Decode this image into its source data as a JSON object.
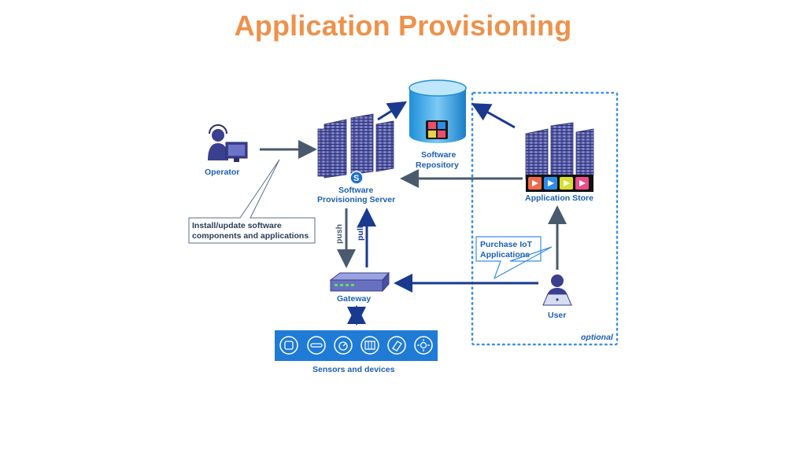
{
  "title": "Application Provisioning",
  "nodes": {
    "operator": "Operator",
    "server_line1": "Software",
    "server_line2": "Provisioning Server",
    "repo_line1": "Software",
    "repo_line2": "Repository",
    "app_store": "Application Store",
    "gateway": "Gateway",
    "user": "User",
    "sensors": "Sensors and devices"
  },
  "callouts": {
    "install_line1": "Install/update software",
    "install_line2": "components and applications",
    "purchase_line1": "Purchase IoT",
    "purchase_line2": "Applications"
  },
  "arrows": {
    "push": "push",
    "pull": "pull"
  },
  "region": {
    "optional": "optional"
  },
  "colors": {
    "title": "#ee914b",
    "blue_label": "#1d5fb0",
    "dark_arrow": "#4a5a6e",
    "navy_arrow": "#1a3a8f",
    "sensor_band": "#1f7bd6",
    "dotted_region": "#3a8ee8"
  },
  "icons": [
    "operator-headset-icon",
    "server-rack-icon",
    "database-cylinder-icon",
    "app-store-server-icon",
    "gateway-router-icon",
    "user-laptop-icon",
    "sensor-device-icon"
  ]
}
